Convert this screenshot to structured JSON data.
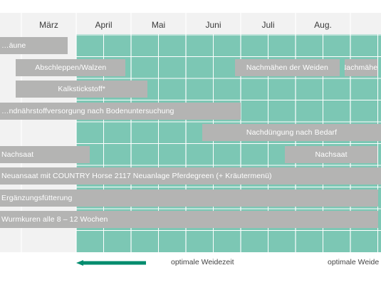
{
  "colors": {
    "grazing": "#7cc7b4",
    "bar": "#b4b4b3",
    "grid": "#ffffff",
    "header_bg": "#f2f2f2",
    "arrow": "#008c6e"
  },
  "chart_data": {
    "type": "gantt",
    "months": [
      "März",
      "April",
      "Mai",
      "Juni",
      "Juli",
      "Aug."
    ],
    "grazing_period": {
      "start_month": 4.0,
      "end_month": 11.0
    },
    "tasks": [
      {
        "label": "…äune",
        "start": 2.6,
        "end": 3.85,
        "row": 0
      },
      {
        "label": "Abschleppen/Walzen",
        "start": 2.9,
        "end": 4.9,
        "row": 1
      },
      {
        "label": "Nachmähen der Weiden",
        "start": 6.9,
        "end": 8.8,
        "row": 1
      },
      {
        "label": "Nachmähen",
        "start": 8.9,
        "end": 9.5,
        "row": 1
      },
      {
        "label": "Kalkstickstoff*",
        "start": 2.9,
        "end": 5.3,
        "row": 2
      },
      {
        "label": "…ndnährstoffversorgung nach Bodenuntersuchung",
        "start": 2.6,
        "end": 7.0,
        "row": 3
      },
      {
        "label": "Nachdüngung nach Bedarf",
        "start": 6.3,
        "end": 9.9,
        "row": 4
      },
      {
        "label": "Nachsaat",
        "start": 2.6,
        "end": 4.25,
        "row": 5
      },
      {
        "label": "Nachsaat",
        "start": 7.8,
        "end": 9.5,
        "row": 5
      },
      {
        "label": "Neuansaat mit COUNTRY Horse 2117 Neuanlage Pferdegreen (+ Kräutermenü)",
        "start": 2.6,
        "end": 10.3,
        "row": 6
      },
      {
        "label": "Ergänzungsfütterung",
        "start": 2.6,
        "end": 9.5,
        "row": 7
      },
      {
        "label": "Wurmkuren alle 8 – 12 Wochen",
        "start": 2.6,
        "end": 9.5,
        "row": 8
      }
    ],
    "legend": {
      "label": "optimale Weidezeit",
      "label_repeat": "optimale Weide"
    }
  }
}
